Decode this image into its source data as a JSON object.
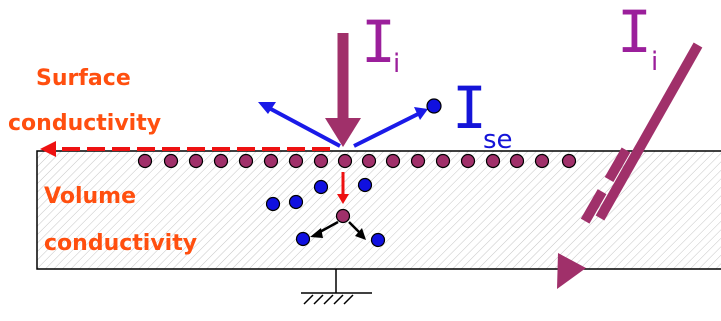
{
  "labels": {
    "surface_line1": "Surface",
    "surface_line2": "conductivity",
    "volume_line1": "Volume",
    "volume_line2": "conductivity",
    "incident_symbol": "I",
    "incident_sub": "i",
    "secondary_symbol": "I",
    "secondary_sub": "se"
  },
  "colors": {
    "orange_text": "#ff4f0f",
    "incident_purple": "#a0306a",
    "label_purple": "#9b1f9b",
    "electron_blue": "#1010e0",
    "arrow_blue": "#1a1ae8",
    "secondary_label_blue": "#1414d8",
    "red_arrow": "#ee1111",
    "black": "#000000",
    "bulk_hatch": "#bfbfbf"
  },
  "icons": {
    "ground": "ground-symbol-icon"
  }
}
